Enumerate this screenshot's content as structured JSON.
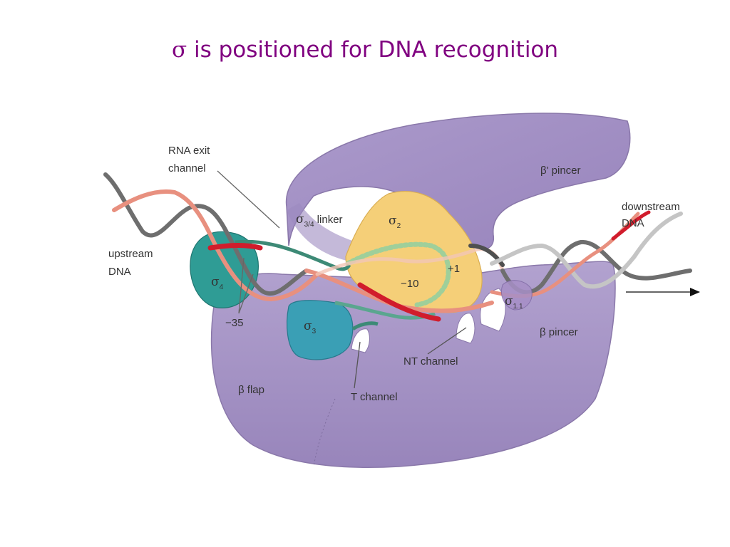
{
  "title": {
    "symbol": "σ",
    "text": " is positioned for DNA recognition"
  },
  "labels": {
    "rna_exit_line1": "RNA exit",
    "rna_exit_line2": "channel",
    "beta_prime_pincer": "β' pincer",
    "downstream_line1": "downstream",
    "downstream_line2": "DNA",
    "upstream_line1": "upstream",
    "upstream_line2": "DNA",
    "sigma34_symbol": "σ",
    "sigma34_sub": "3/4",
    "sigma34_rest": " linker",
    "sigma2_symbol": "σ",
    "sigma2_sub": "2",
    "sigma4_symbol": "σ",
    "sigma4_sub": "4",
    "sigma3_symbol": "σ",
    "sigma3_sub": "3",
    "sigma11_symbol": "σ",
    "sigma11_sub": "1.1",
    "plus1": "+1",
    "minus10": "−10",
    "minus35": "−35",
    "beta_pincer": "β pincer",
    "nt_channel": "NT channel",
    "t_channel": "T channel",
    "beta_flap": "β flap"
  },
  "colors": {
    "title": "#800080",
    "rnap_body": "#a795c5",
    "rnap_edge": "#8a78aa",
    "sigma2": "#f5cf78",
    "sigma4": "#2f9c95",
    "sigma3": "#3a9fb5",
    "dna_template": "#6e6e6e",
    "dna_nontemplate": "#e8907f",
    "promoter_element": "#d11c2c"
  }
}
